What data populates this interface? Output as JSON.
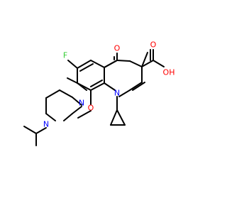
{
  "molecule": {
    "colors": {
      "bond": "#000000",
      "oxygen": "#ff0000",
      "nitrogen": "#0000ff",
      "fluorine": "#33cc33"
    },
    "labels": {
      "fluorine": "F",
      "ketone_oxygen": "O",
      "acid_hydroxyl": "OH",
      "acid_carbonyl_oxygen": "O",
      "quinolone_nitrogen": "N",
      "methoxy_oxygen": "O",
      "piperazine_nitrogen_upper": "N",
      "piperazine_nitrogen_lower": "N"
    }
  }
}
